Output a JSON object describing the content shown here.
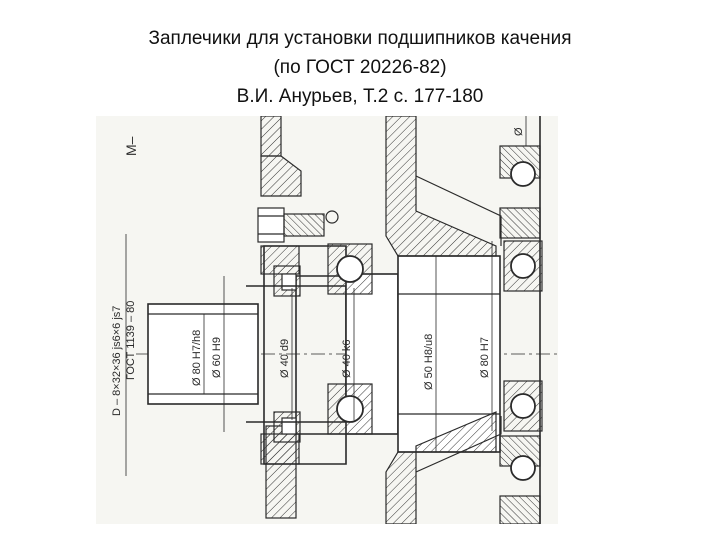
{
  "slide": {
    "title_lines": [
      "Заплечики для установки подшипников качения",
      "(по ГОСТ 20226-82)",
      "В.И. Анурьев, Т.2 с. 177-180"
    ]
  },
  "drawing": {
    "labels": {
      "spline_spec": "D – 8×32×36 js6×6 js7",
      "spline_gost": "ГОСТ 1139 – 80",
      "corner_mark": "M–",
      "d80_h7h8": "Ø 80 H7/h8",
      "d60_h9": "Ø 60 H9",
      "d40_d9": "Ø 40 d9",
      "d40_k6": "Ø 40 k6",
      "d50_h8u8": "Ø 50 H8/u8",
      "d80_h7": "Ø 80 H7",
      "top_right_dim": "Ø"
    },
    "colors": {
      "ink": "#2a2a2a",
      "paper": "#f6f6f2"
    }
  }
}
